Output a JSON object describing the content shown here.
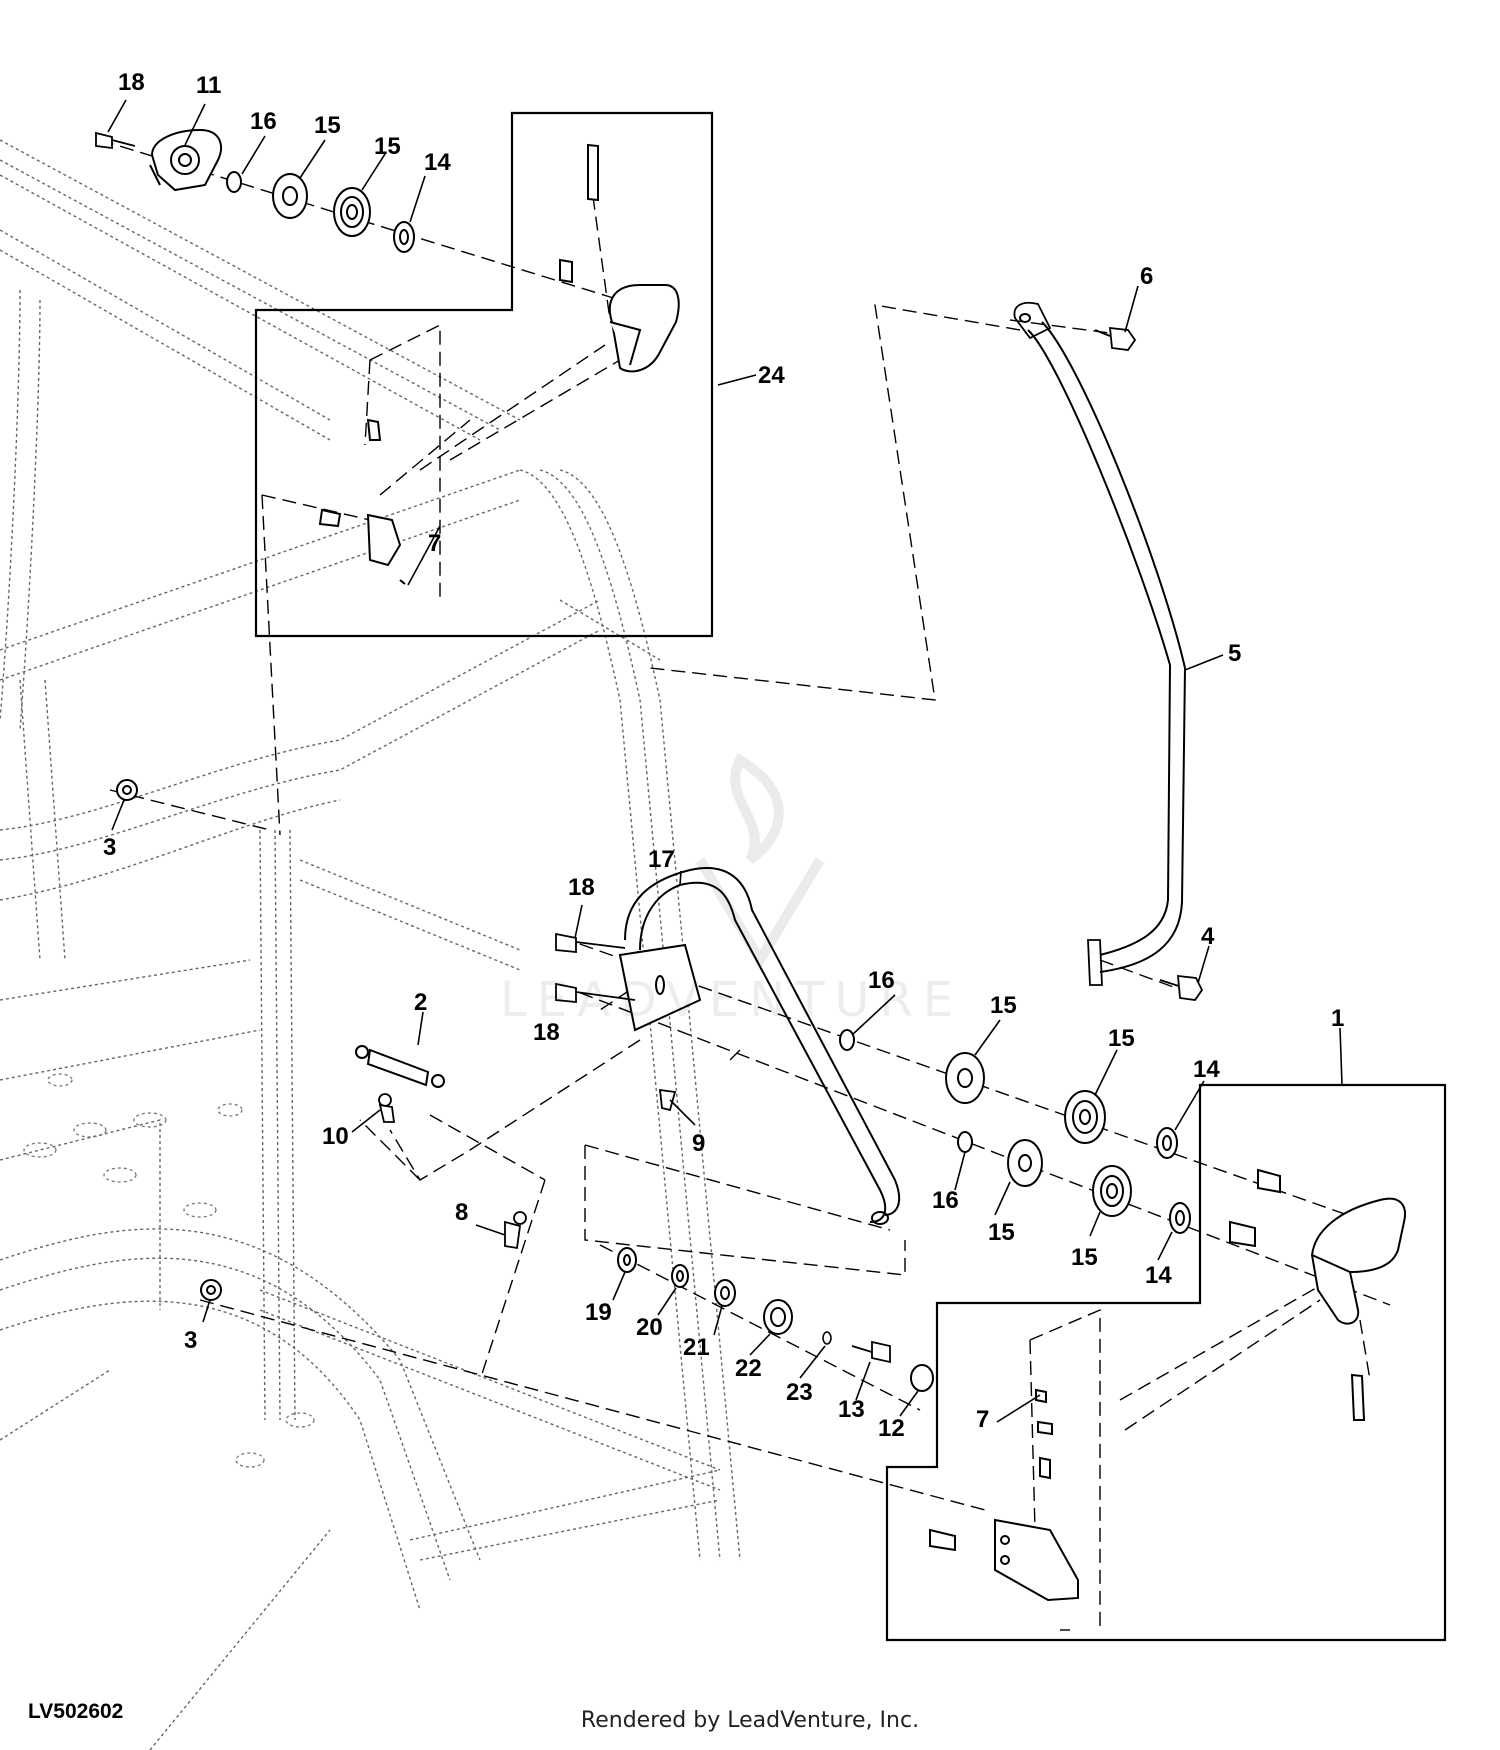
{
  "diagram": {
    "reference_code": "LV502602",
    "credit": "Rendered by LeadVenture, Inc.",
    "watermark": "LEADVENTURE",
    "callouts": [
      "1",
      "2",
      "3",
      "3",
      "4",
      "5",
      "6",
      "7",
      "7",
      "8",
      "9",
      "10",
      "11",
      "12",
      "13",
      "14",
      "14",
      "14",
      "15",
      "15",
      "15",
      "15",
      "15",
      "15",
      "16",
      "16",
      "16",
      "17",
      "18",
      "18",
      "18",
      "19",
      "20",
      "21",
      "22",
      "23",
      "24"
    ]
  },
  "colors": {
    "line": "#000000",
    "phantom": "#555555",
    "background": "#ffffff"
  }
}
